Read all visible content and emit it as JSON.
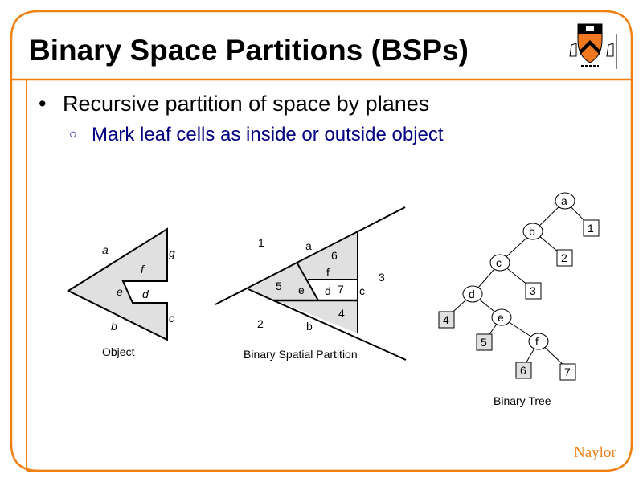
{
  "slide": {
    "title": "Binary Space Partitions (BSPs)",
    "bullets": [
      {
        "level": 1,
        "marker": "•",
        "text": "Recursive partition of space by planes"
      },
      {
        "level": 2,
        "marker": "○",
        "text": "Mark leaf cells as inside or outside object"
      }
    ],
    "author": "Naylor",
    "logo": "princeton-shield-logo",
    "colors": {
      "frame": "#f08010",
      "subbullet": "#000080",
      "fill": "#e0e0e0",
      "author": "#e8801c"
    }
  },
  "figures": {
    "object": {
      "caption": "Object",
      "edge_labels": {
        "a": "a",
        "b": "b",
        "c": "c",
        "d": "d",
        "e": "e",
        "f": "f",
        "g": "g"
      }
    },
    "partition": {
      "caption": "Binary Spatial Partition",
      "line_labels": {
        "a": "a",
        "b": "b",
        "c": "c",
        "d": "d",
        "e": "e",
        "f": "f"
      },
      "cell_labels": {
        "c1": "1",
        "c2": "2",
        "c3": "3",
        "c4": "4",
        "c5": "5",
        "c6": "6",
        "c7": "7"
      }
    },
    "tree": {
      "caption": "Binary Tree",
      "internal_nodes": {
        "a": "a",
        "b": "b",
        "c": "c",
        "d": "d",
        "e": "e",
        "f": "f"
      },
      "leaves": {
        "l1": "1",
        "l2": "2",
        "l3": "3",
        "l4": "4",
        "l5": "5",
        "l6": "6",
        "l7": "7"
      },
      "inside_leaves": [
        "4",
        "5",
        "6"
      ],
      "outside_leaves": [
        "1",
        "2",
        "3",
        "7"
      ]
    }
  }
}
